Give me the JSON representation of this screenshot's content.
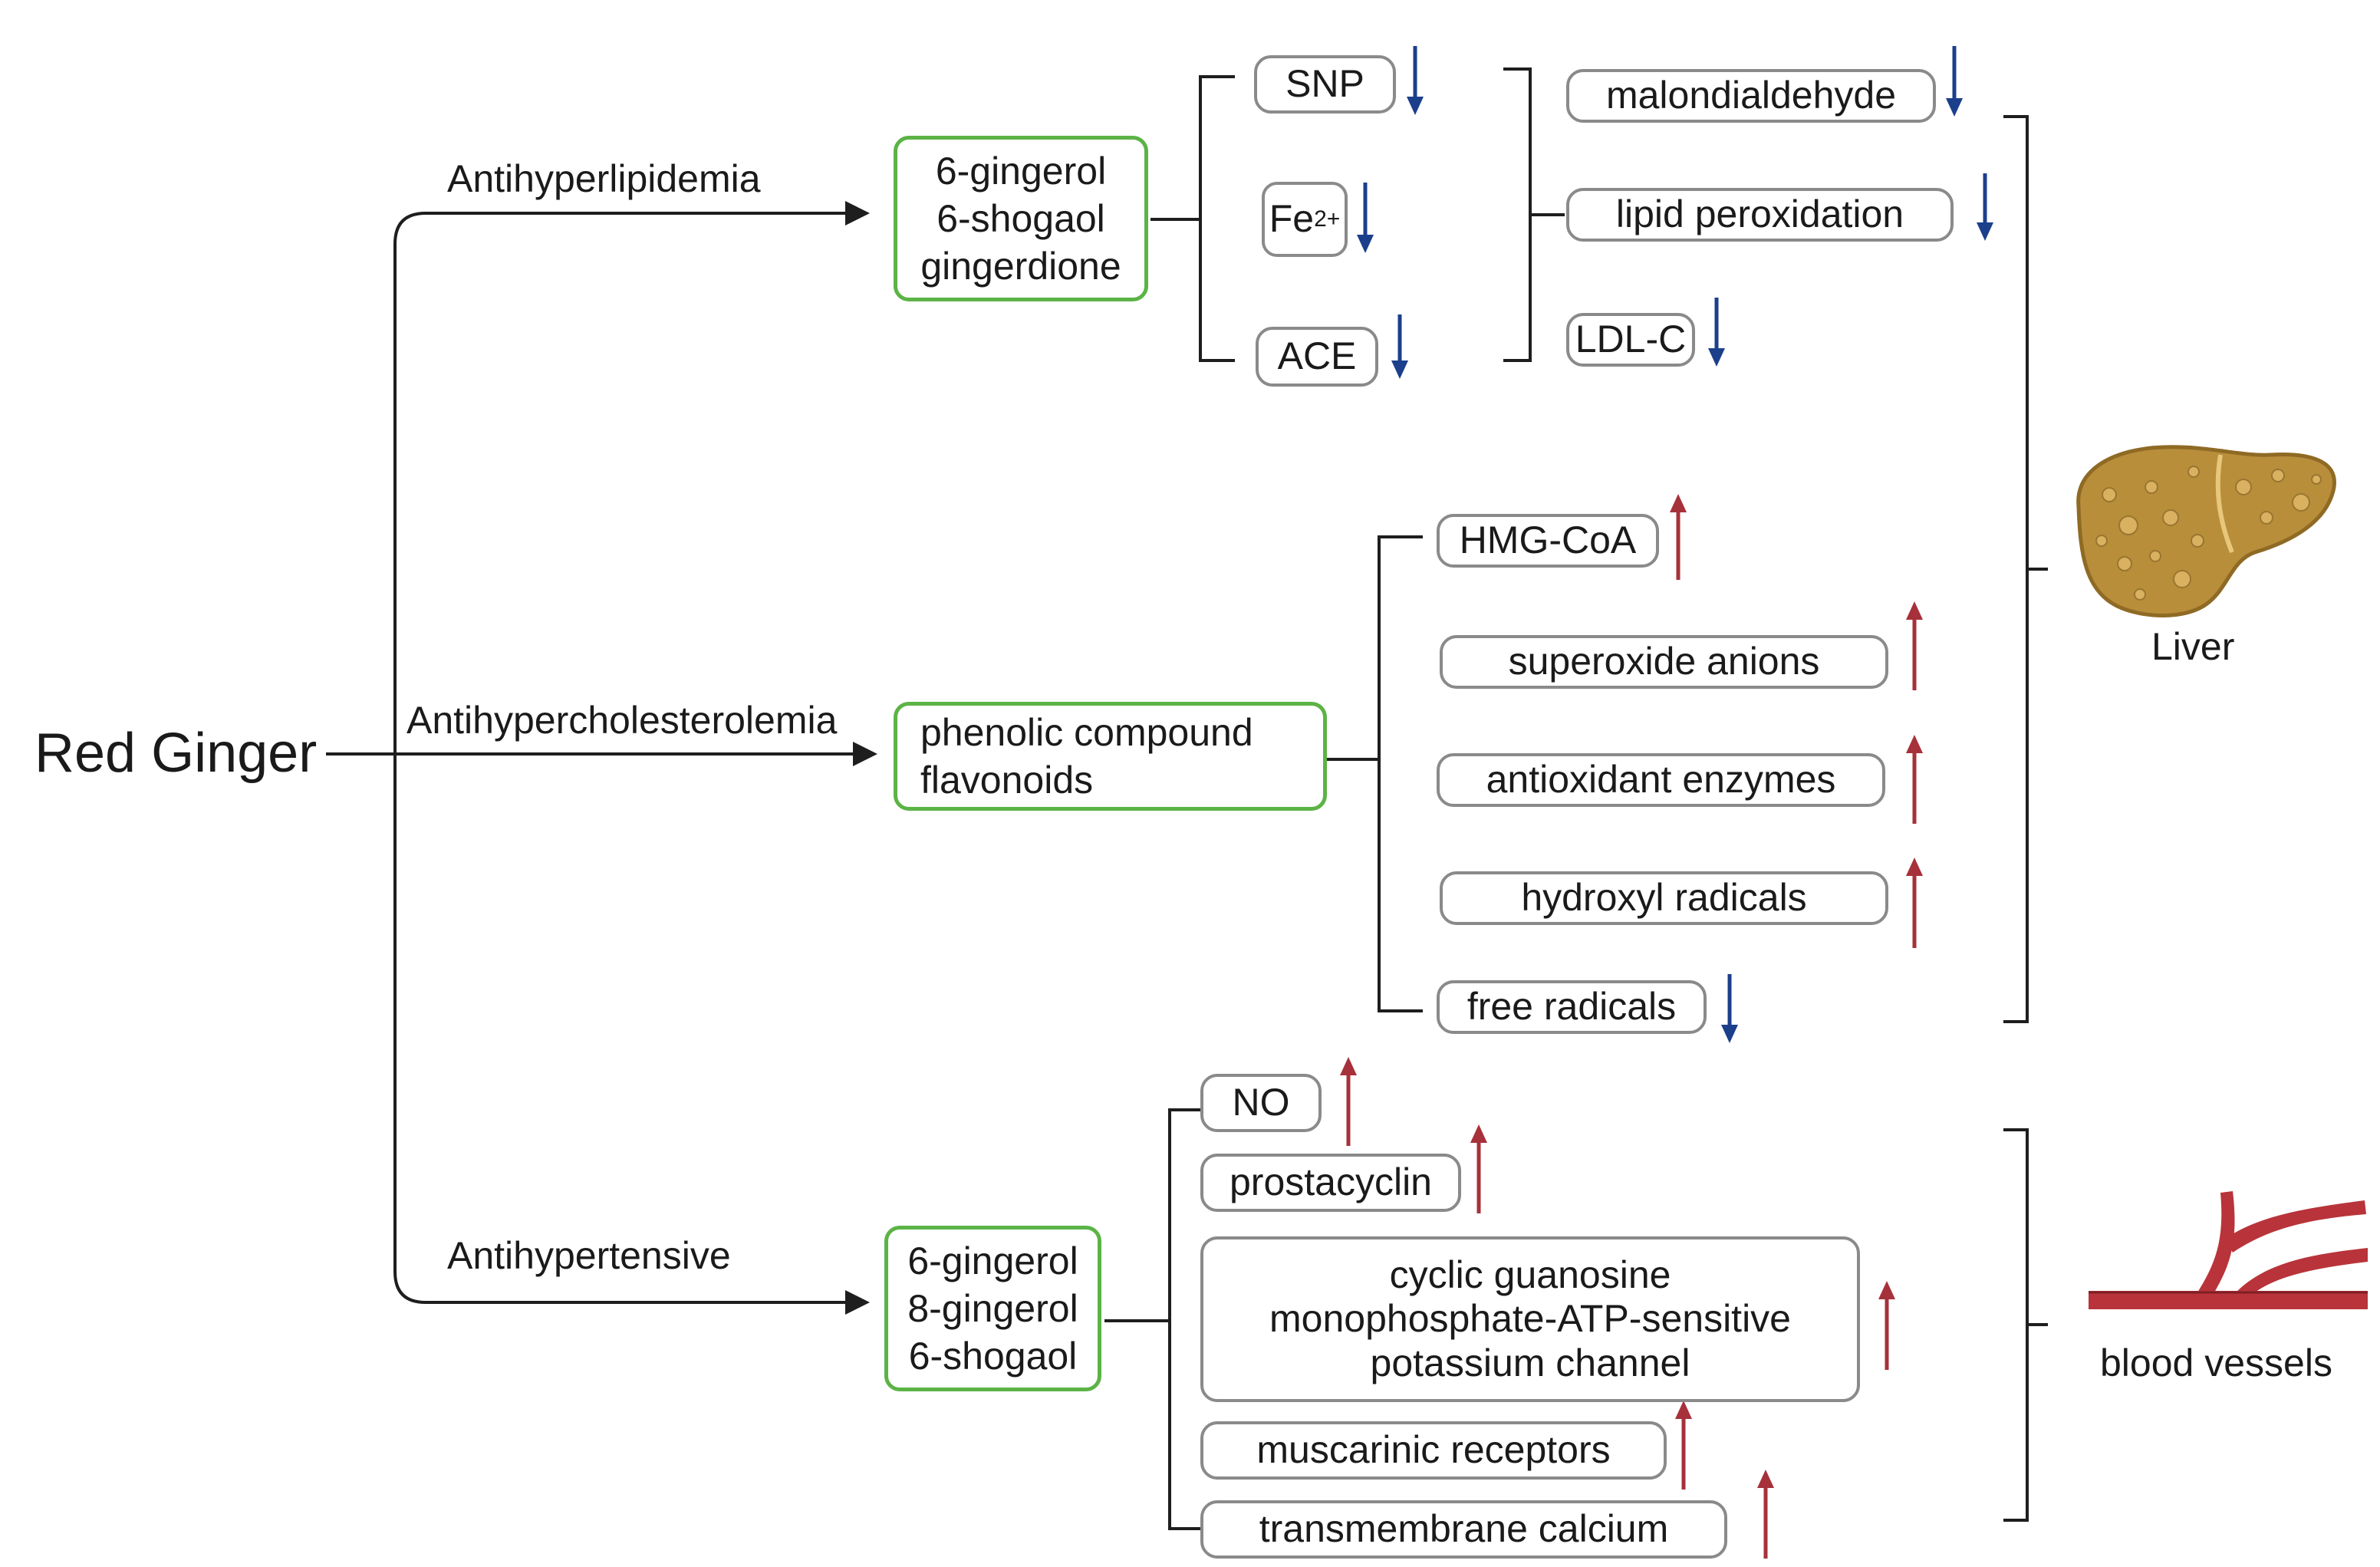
{
  "root": {
    "label": "Red Ginger"
  },
  "pathways": {
    "lipid": {
      "label": "Antihyperlipidemia",
      "compounds": [
        "6-gingerol",
        "6-shogaol",
        "gingerdione"
      ]
    },
    "cholesterol": {
      "label": "Antihypercholesterolemia",
      "compounds": [
        "phenolic compound",
        "flavonoids"
      ]
    },
    "tension": {
      "label": "Antihypertensive",
      "compounds": [
        "6-gingerol",
        "8-gingerol",
        "6-shogaol"
      ]
    }
  },
  "lipid_targets": [
    {
      "label": "SNP",
      "direction": "down"
    },
    {
      "label": "Fe",
      "sup": "2+",
      "direction": "down"
    },
    {
      "label": "ACE",
      "direction": "down"
    }
  ],
  "lipid_effects": [
    {
      "label": "malondialdehyde",
      "direction": "down"
    },
    {
      "label": "lipid peroxidation",
      "direction": "down"
    },
    {
      "label": "LDL-C",
      "direction": "down"
    }
  ],
  "cholesterol_effects": [
    {
      "label": "HMG-CoA",
      "direction": "up"
    },
    {
      "label": "superoxide anions",
      "direction": "up"
    },
    {
      "label": "antioxidant enzymes",
      "direction": "up"
    },
    {
      "label": "hydroxyl radicals",
      "direction": "up"
    },
    {
      "label": "free radicals",
      "direction": "down"
    }
  ],
  "tension_effects": [
    {
      "label": "NO",
      "direction": "up"
    },
    {
      "label": "prostacyclin",
      "direction": "up"
    },
    {
      "lines": [
        "cyclic guanosine",
        "monophosphate-ATP-sensitive",
        "potassium channel"
      ],
      "direction": "up"
    },
    {
      "label": "muscarinic receptors",
      "direction": "up"
    },
    {
      "label": "transmembrane calcium",
      "direction": "up"
    }
  ],
  "organs": {
    "liver": "Liver",
    "vessels": "blood vessels"
  },
  "colors": {
    "up_arrow": "#a6313a",
    "down_arrow": "#1c3f8c",
    "compound_border": "#5cb346",
    "effect_border": "#8a8a8a",
    "connector": "#1e1e1e",
    "liver_fill": "#b88e3b",
    "vessel_fill": "#b8343a"
  }
}
